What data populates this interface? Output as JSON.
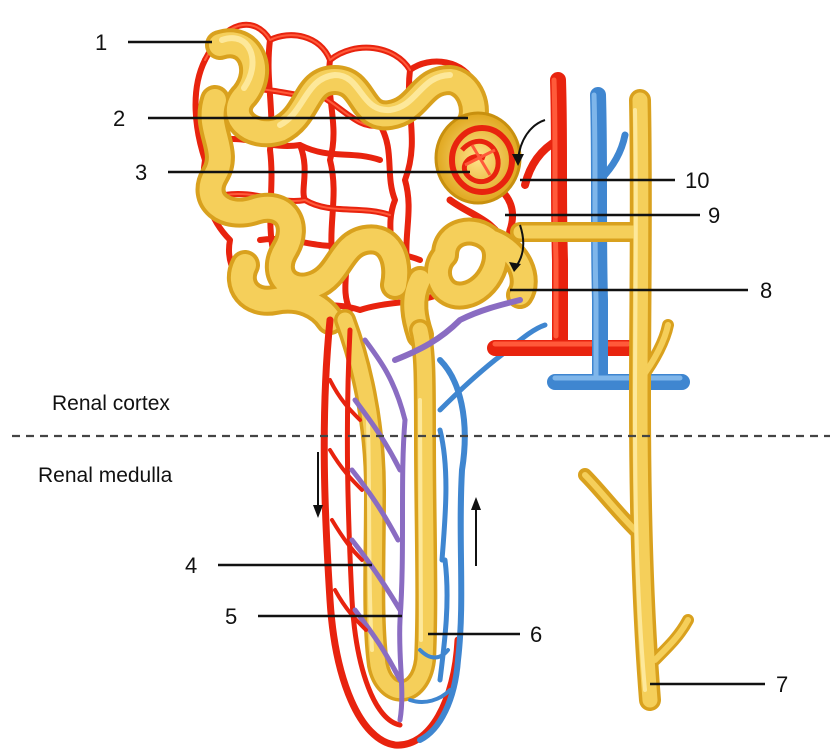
{
  "labels": {
    "l1": "1",
    "l2": "2",
    "l3": "3",
    "l4": "4",
    "l5": "5",
    "l6": "6",
    "l7": "7",
    "l8": "8",
    "l9": "9",
    "l10": "10"
  },
  "regions": {
    "cortex": "Renal cortex",
    "medulla": "Renal medulla"
  },
  "colors": {
    "arteriole": "#e8230e",
    "venule": "#3f86d0",
    "vasa_recta_purple": "#8a6cc2",
    "tubule": "#f5cf5a",
    "tubule_edge": "#d9a11e"
  }
}
